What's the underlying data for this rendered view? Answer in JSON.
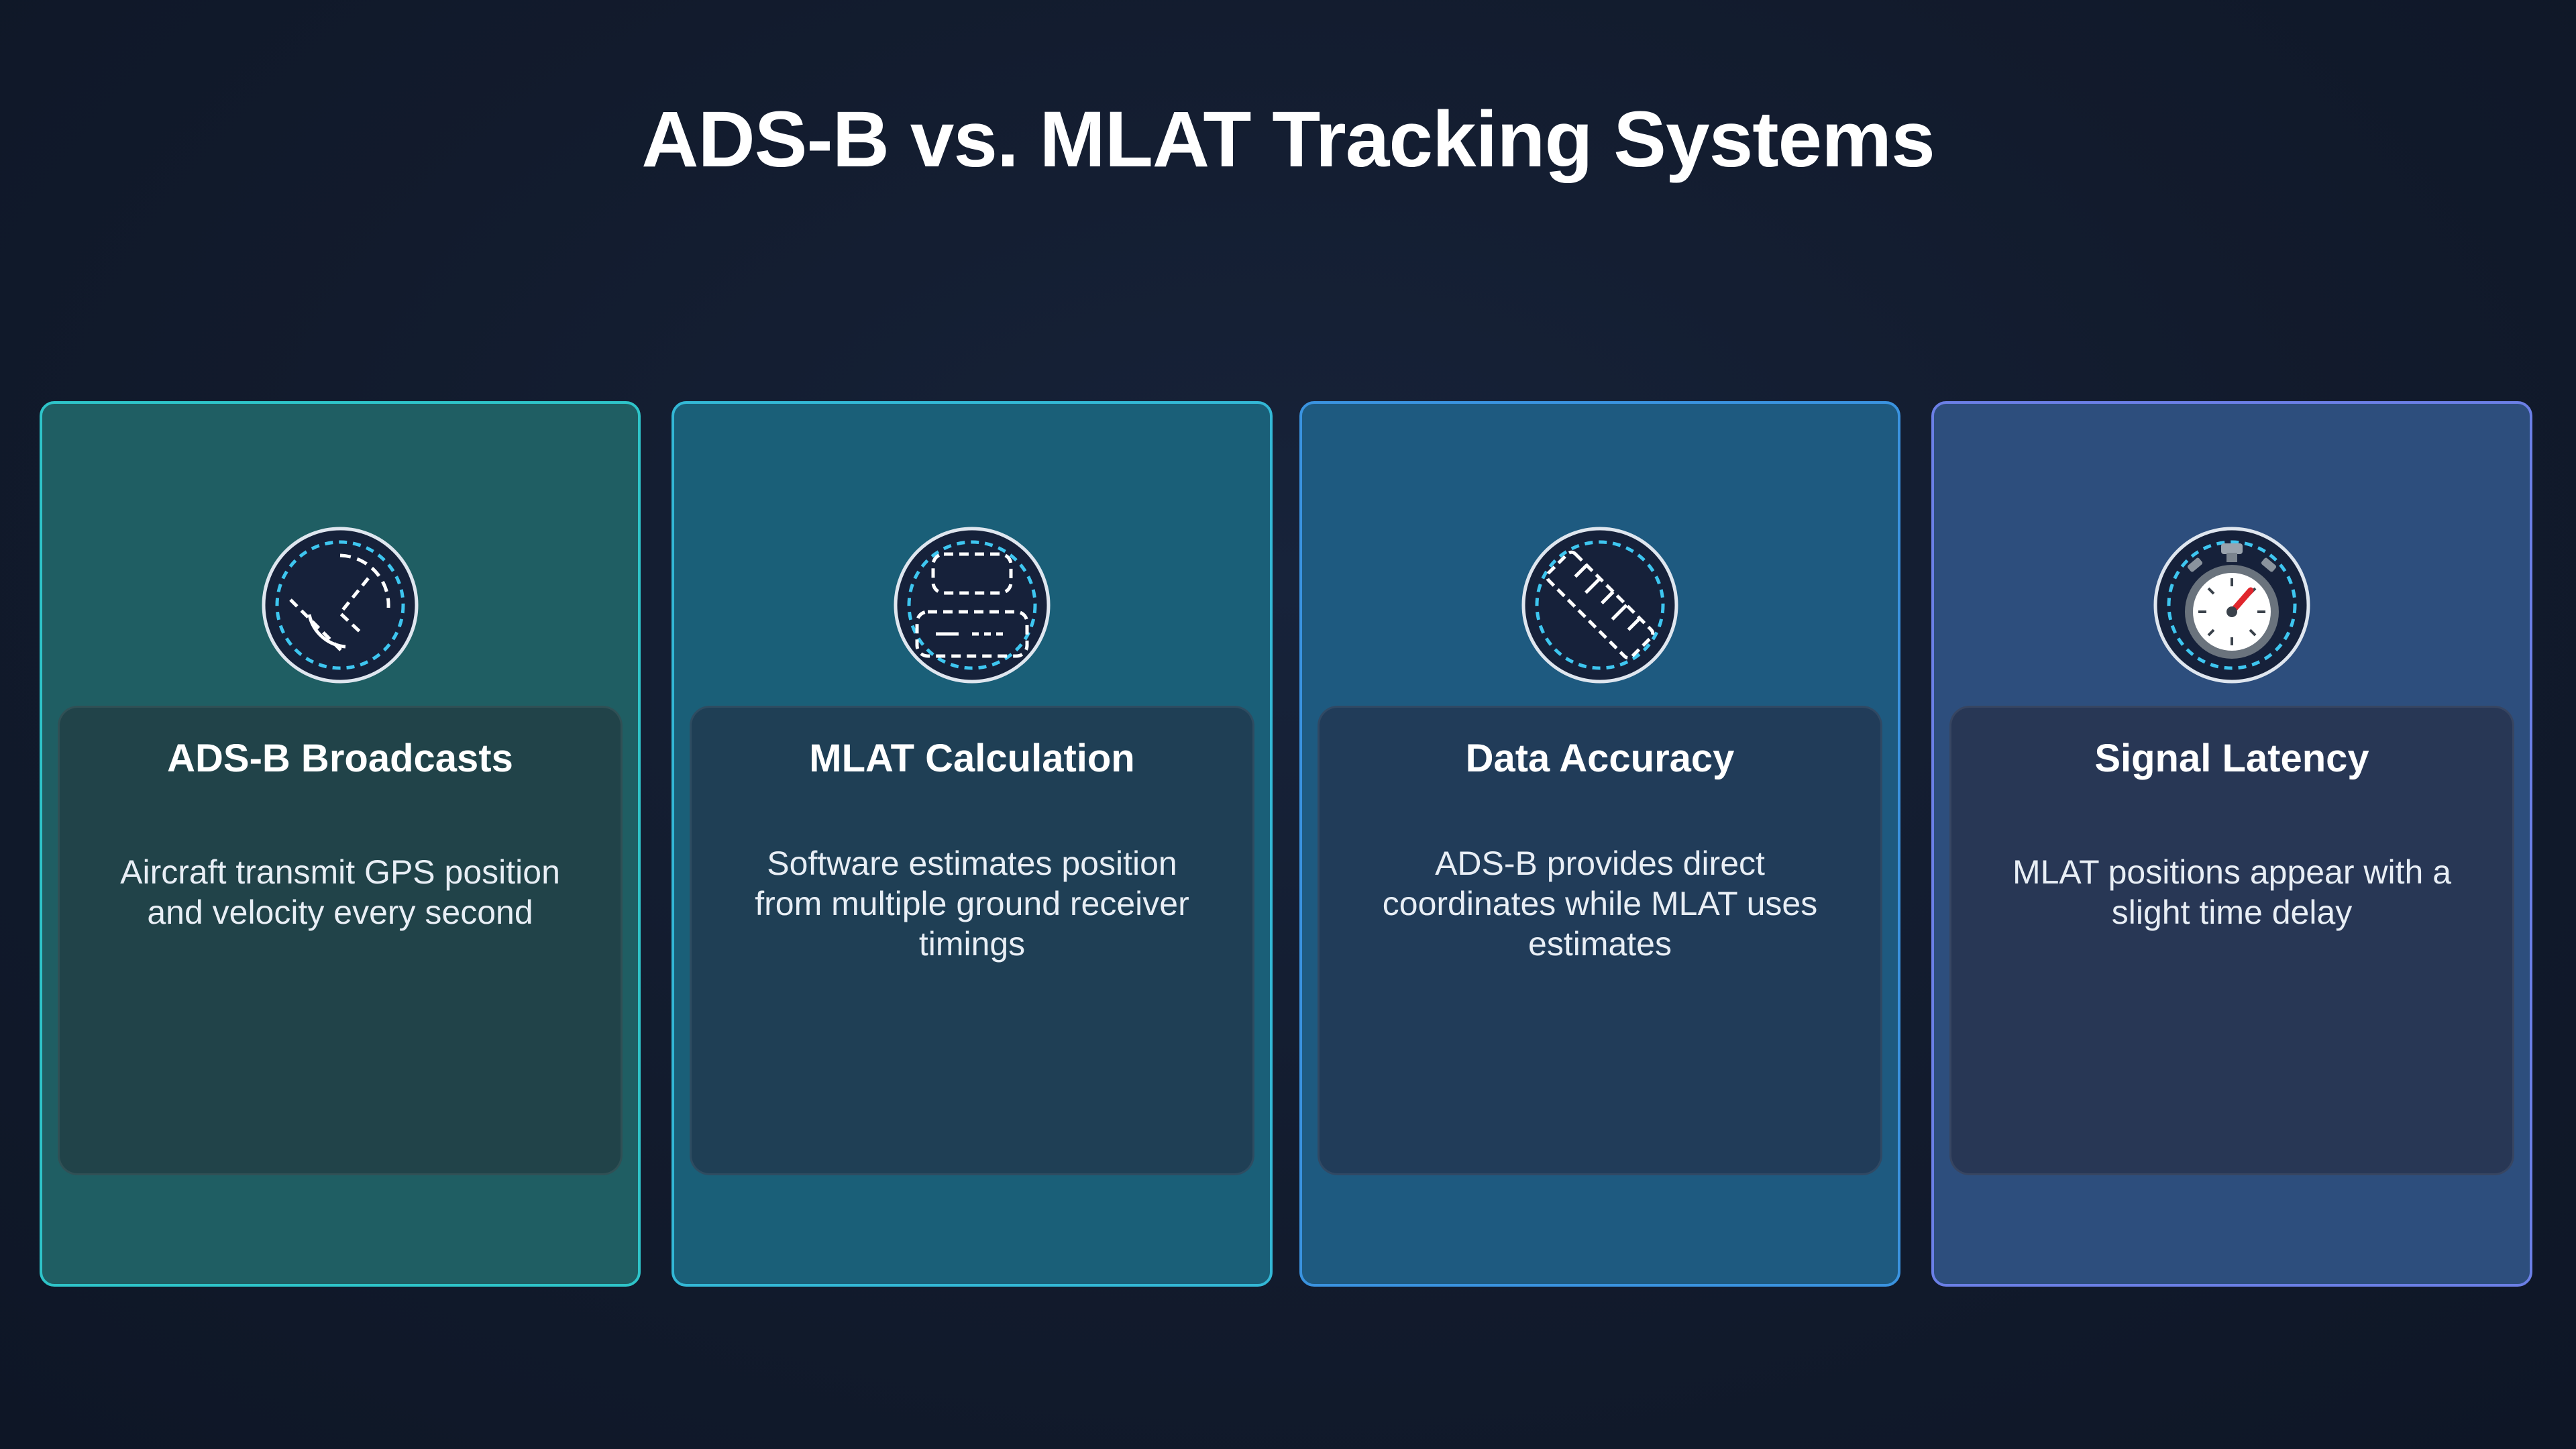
{
  "title": "ADS-B vs. MLAT Tracking Systems",
  "cards": [
    {
      "icon": "radar-dish-icon",
      "title": "ADS-B Broadcasts",
      "body": "Aircraft transmit GPS position and velocity every second"
    },
    {
      "icon": "server-stack-icon",
      "title": "MLAT Calculation",
      "body": "Software estimates position from multiple ground receiver timings"
    },
    {
      "icon": "ruler-icon",
      "title": "Data Accuracy",
      "body": "ADS-B provides direct coordinates while MLAT uses estimates"
    },
    {
      "icon": "stopwatch-icon",
      "title": "Signal Latency",
      "body": "MLAT positions appear with a slight time delay"
    }
  ],
  "colors": {
    "background": "#121b2d",
    "card_1": "#1f5e63",
    "card_2": "#1a5f78",
    "card_3": "#1e5a80",
    "card_4": "#2d4e7d",
    "icon_ring": "#3ec6f0"
  }
}
